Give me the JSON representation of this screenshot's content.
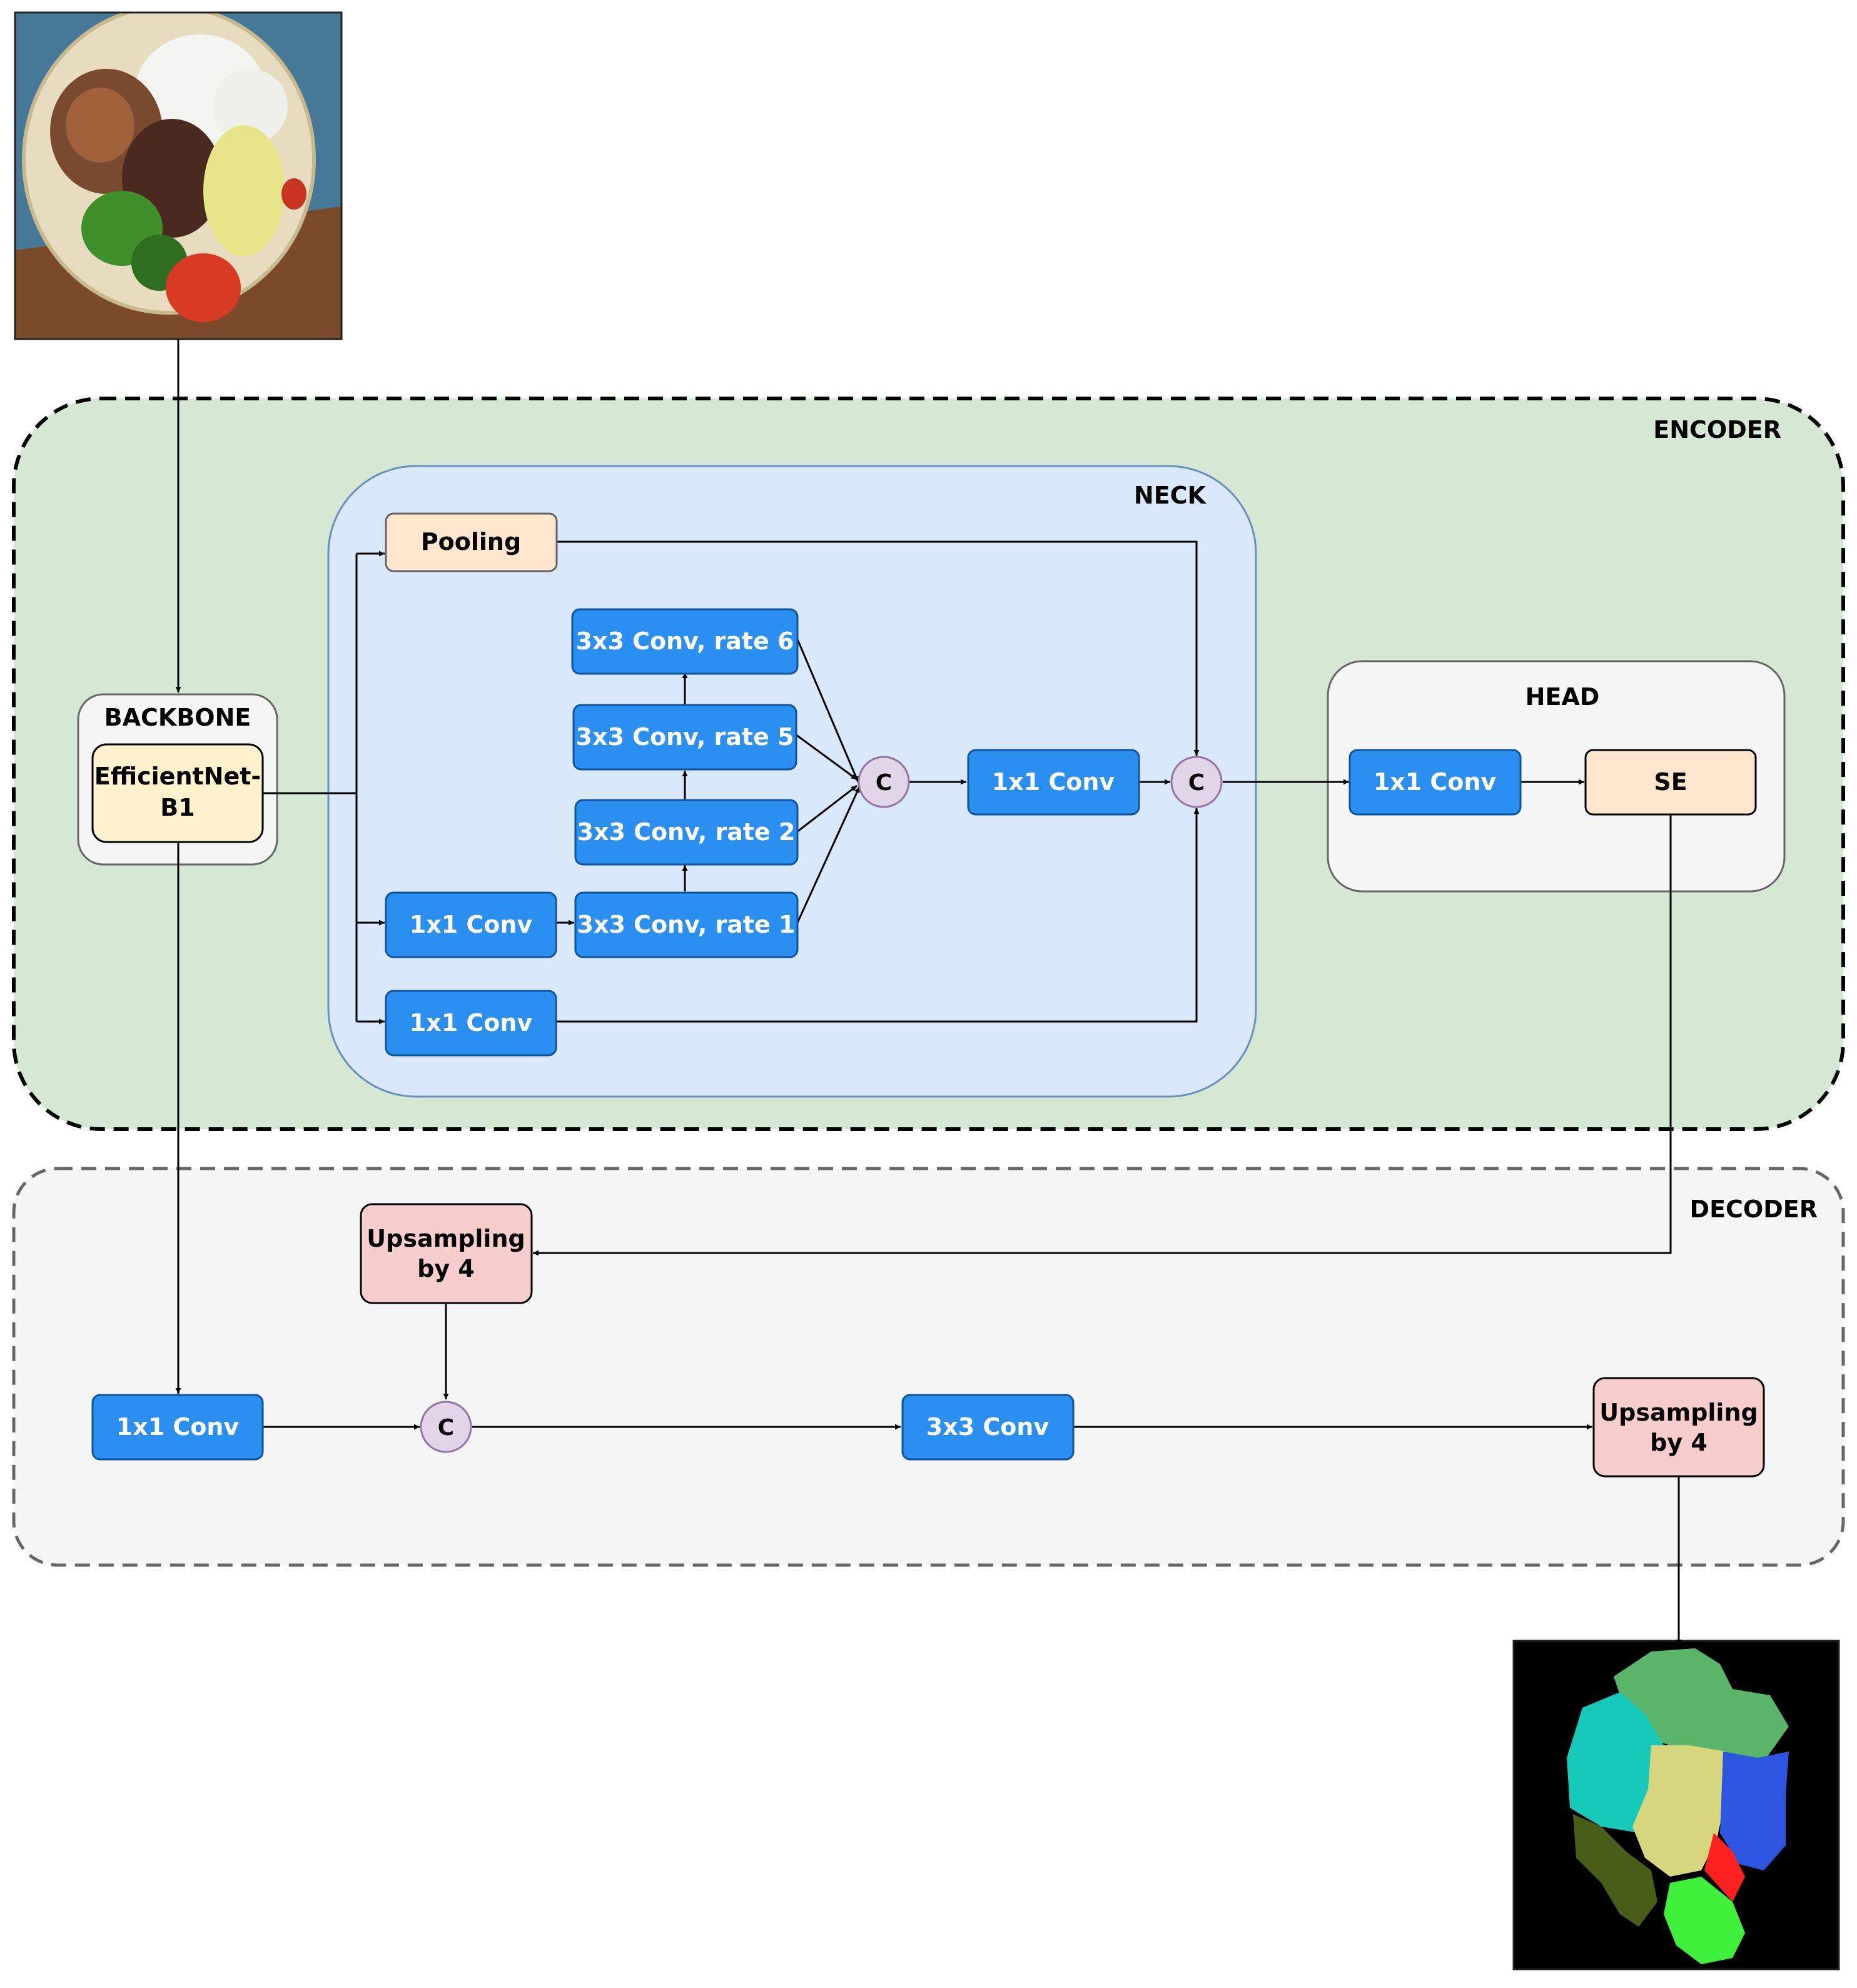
{
  "regions": {
    "encoder": "ENCODER",
    "neck": "NECK",
    "backbone": "BACKBONE",
    "head": "HEAD",
    "decoder": "DECODER"
  },
  "blocks": {
    "backbone_model": [
      "EfficientNet-",
      "B1"
    ],
    "pooling": "Pooling",
    "conv_rate6": "3x3 Conv, rate 6",
    "conv_rate5": "3x3 Conv, rate 5",
    "conv_rate2": "3x3 Conv, rate 2",
    "conv_rate1": "3x3 Conv, rate 1",
    "neck_conv1x1_a": "1x1 Conv",
    "neck_conv1x1_b": "1x1 Conv",
    "neck_conv1x1_mid": "1x1 Conv",
    "head_conv1x1": "1x1 Conv",
    "se": "SE",
    "dec_upsample_a": [
      "Upsampling",
      "by 4"
    ],
    "dec_conv1x1": "1x1 Conv",
    "dec_conv3x3": "3x3 Conv",
    "dec_upsample_b": [
      "Upsampling",
      "by 4"
    ],
    "concat_symbol": "C"
  },
  "colors": {
    "encoder_fill": "#d5e8d4",
    "neck_fill": "#dae8fc",
    "neck_stroke": "#6c8ebf",
    "group_fill": "#f5f5f5",
    "group_stroke": "#666666",
    "conv_fill": "#2b8ff2",
    "conv_stroke": "#10539e",
    "orange_fill": "#ffe6cc",
    "yellow_fill": "#fff2cc",
    "pink_fill": "#f8cecc",
    "concat_fill": "#e1d5e7",
    "concat_stroke": "#9673a6"
  }
}
